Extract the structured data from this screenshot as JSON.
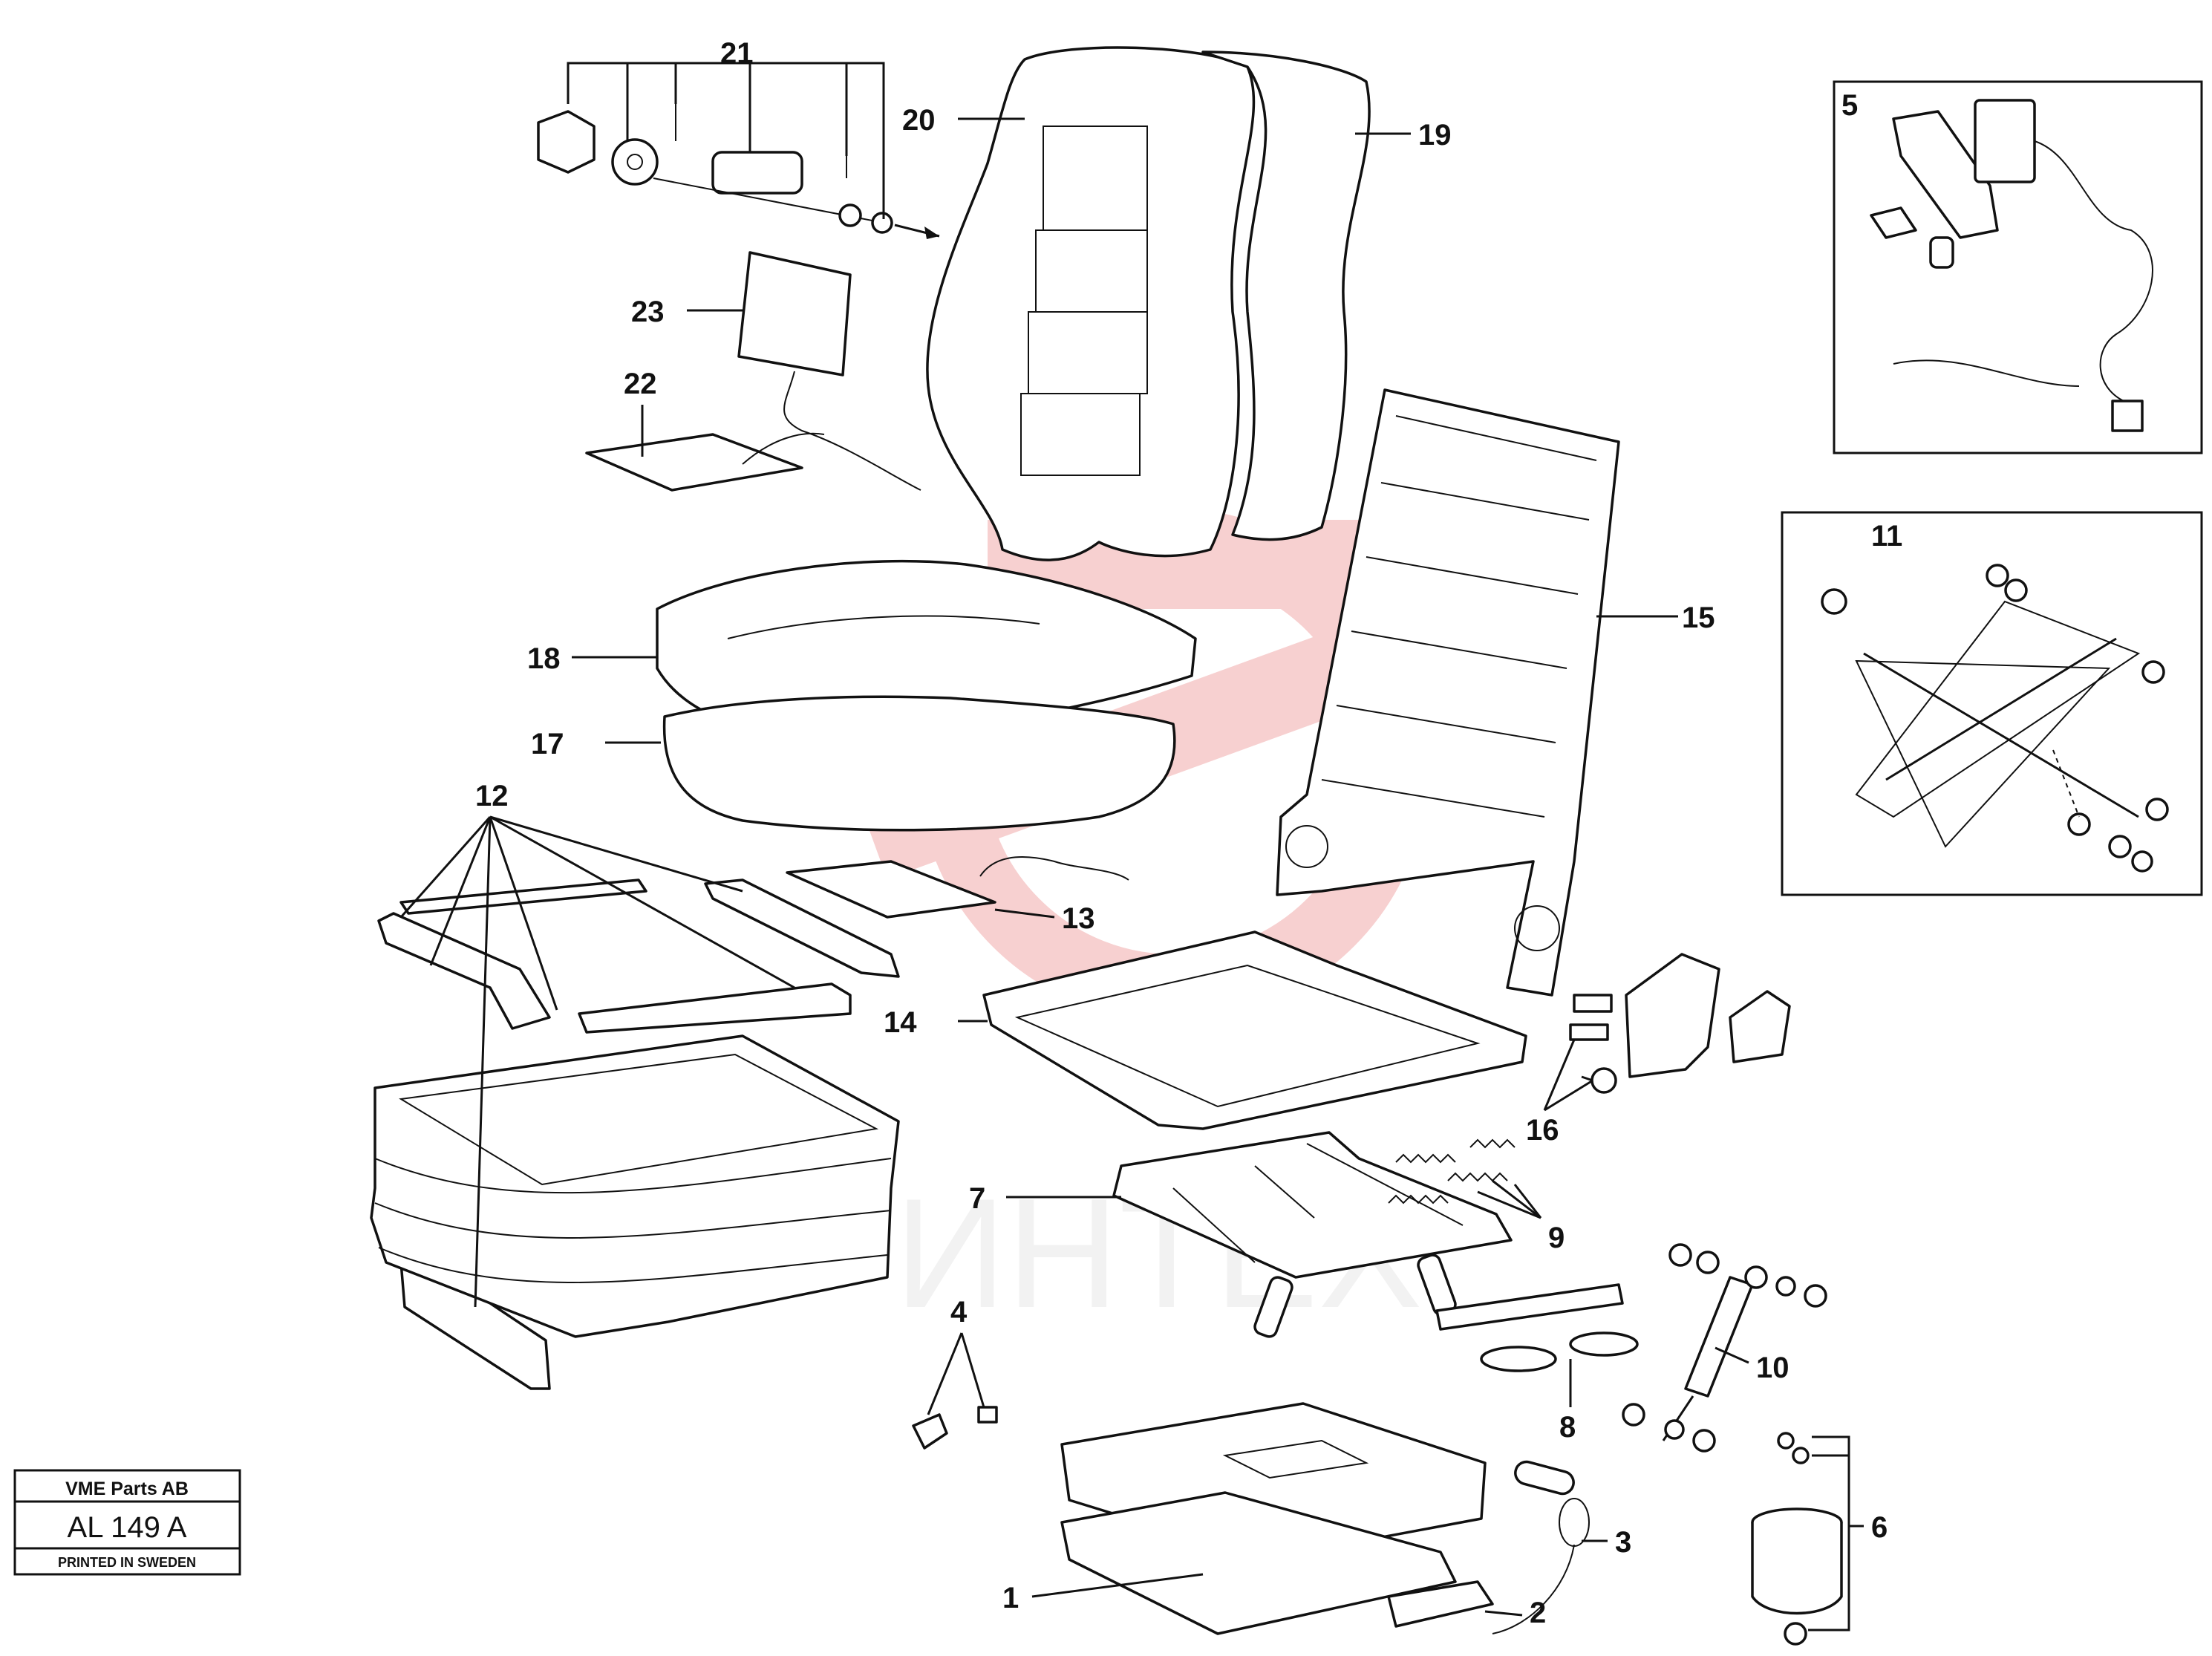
{
  "drawing": {
    "callouts": [
      "1",
      "2",
      "3",
      "4",
      "5",
      "6",
      "7",
      "8",
      "9",
      "10",
      "11",
      "12",
      "13",
      "14",
      "15",
      "16",
      "17",
      "18",
      "19",
      "20",
      "21",
      "22",
      "23"
    ]
  },
  "watermark": {
    "text": "ИНТЕХ",
    "color": "#e87878"
  },
  "title_block": {
    "company": "VME Parts AB",
    "code": "AL 149 A",
    "printed": "PRINTED IN SWEDEN"
  }
}
